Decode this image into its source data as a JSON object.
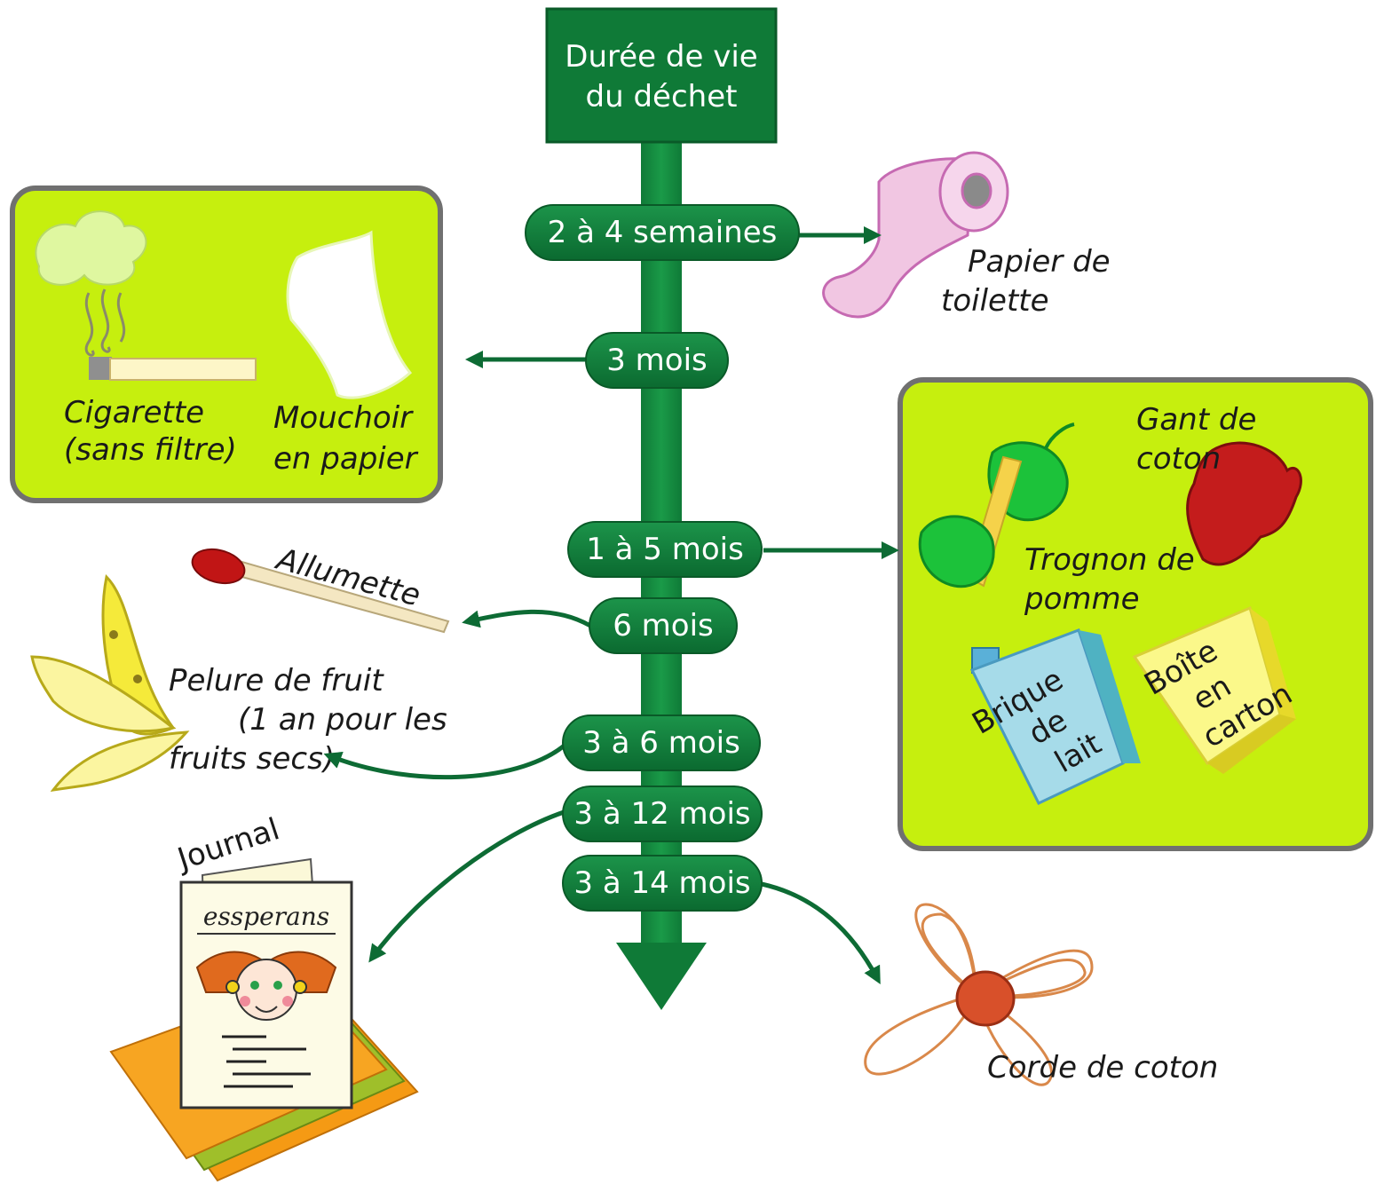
{
  "title": {
    "line1": "Durée de vie",
    "line2": "du déchet"
  },
  "colors": {
    "axis": "#138a3e",
    "pill": "#0f7a37",
    "pill_dark": "#0a5a28",
    "arrow": "#0d6b34",
    "panel": "#c6ef0e",
    "panel_border": "#707070"
  },
  "timeline": [
    {
      "label": "2 à 4 semaines"
    },
    {
      "label": "3 mois"
    },
    {
      "label": "1 à 5 mois"
    },
    {
      "label": "6 mois"
    },
    {
      "label": "3 à 6 mois"
    },
    {
      "label": "3 à 12 mois"
    },
    {
      "label": "3 à 14 mois"
    }
  ],
  "items": {
    "papier_toilette": {
      "line1": "Papier de",
      "line2": "toilette"
    },
    "cigarette": {
      "line1": "Cigarette",
      "line2": "(sans filtre)"
    },
    "mouchoir": {
      "line1": "Mouchoir",
      "line2": "en papier"
    },
    "gant": {
      "line1": "Gant de",
      "line2": "coton"
    },
    "trognon": {
      "line1": "Trognon de",
      "line2": "pomme"
    },
    "brique": {
      "line1": "Brique",
      "line2": "de",
      "line3": "lait"
    },
    "boite": {
      "line1": "Boîte",
      "line2": "en",
      "line3": "carton"
    },
    "allumette": "Allumette",
    "pelure": {
      "line1": "Pelure de fruit",
      "line2": "(1 an pour les",
      "line3": "fruits secs)"
    },
    "journal": "Journal",
    "journal_masthead": "essperans",
    "corde": "Corde de coton"
  }
}
